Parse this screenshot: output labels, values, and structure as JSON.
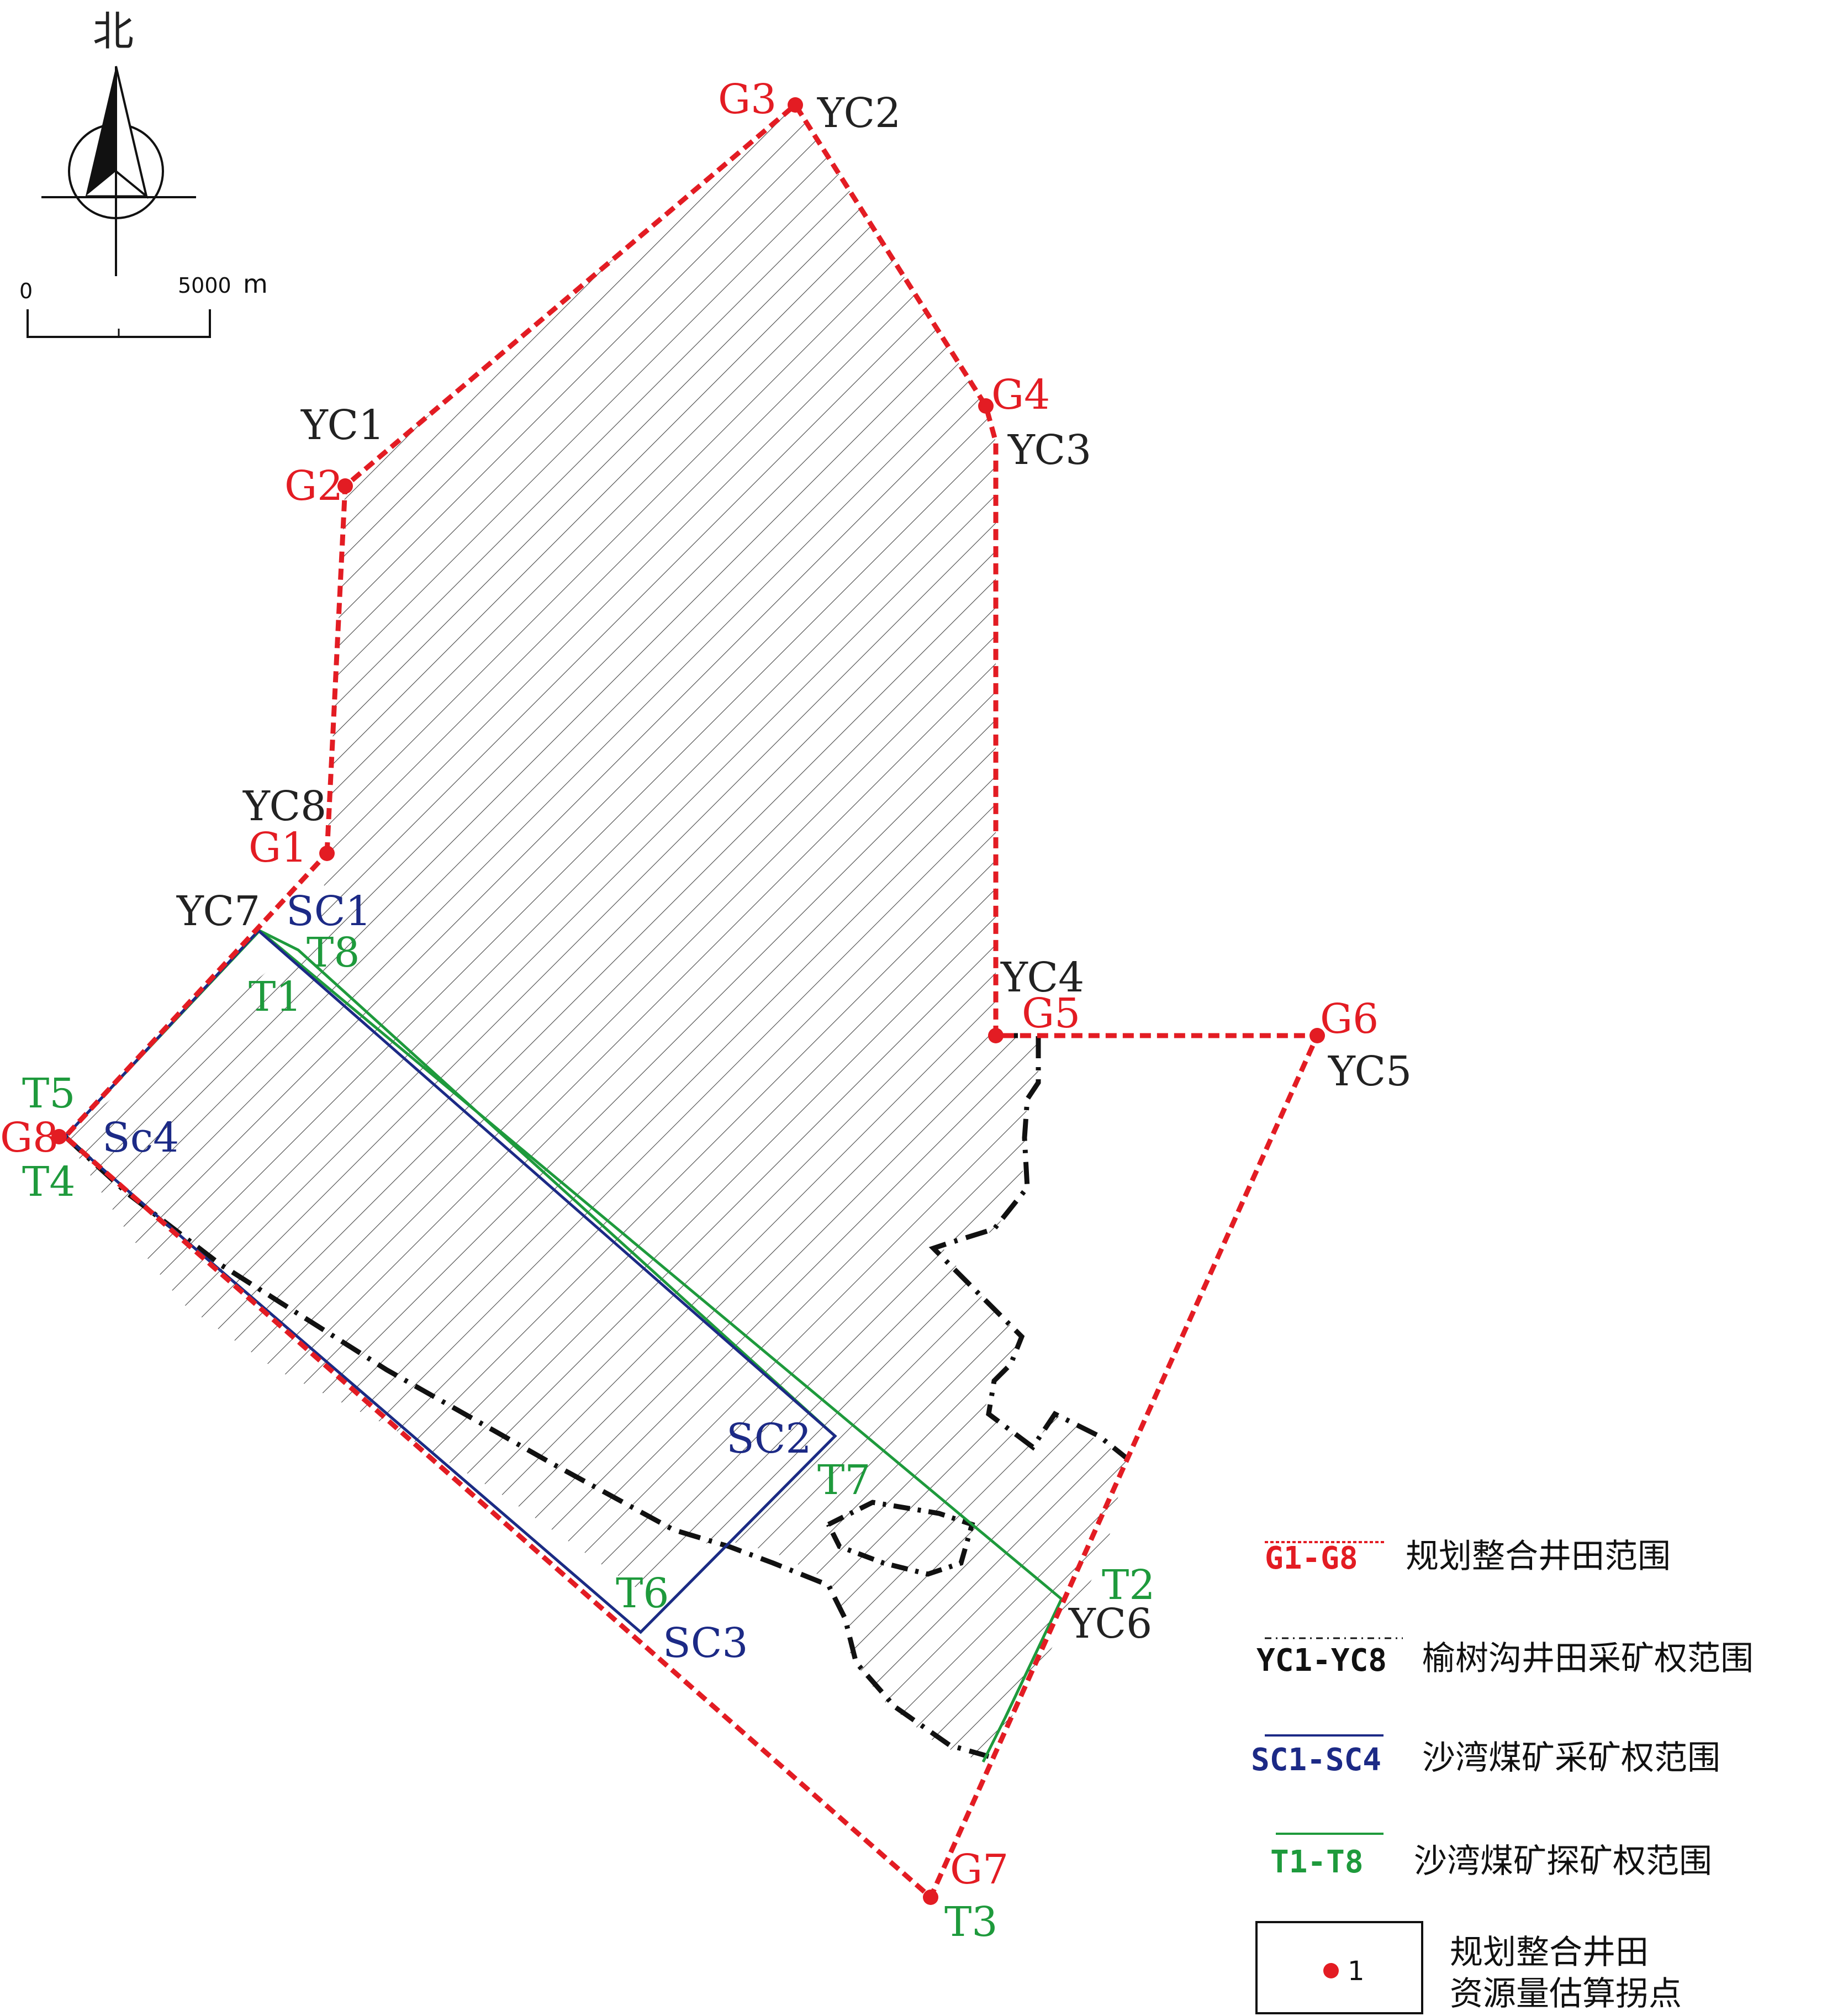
{
  "compass": {
    "north_label": "北"
  },
  "scale": {
    "start": "0",
    "end": "5000",
    "unit": "m"
  },
  "points": {
    "G1": "G1",
    "G2": "G2",
    "G3": "G3",
    "G4": "G4",
    "G5": "G5",
    "G6": "G6",
    "G7": "G7",
    "G8": "G8",
    "YC1": "YC1",
    "YC2": "YC2",
    "YC3": "YC3",
    "YC4": "YC4",
    "YC5": "YC5",
    "YC6": "YC6",
    "YC7": "YC7",
    "YC8": "YC8",
    "SC1": "SC1",
    "SC2": "SC2",
    "SC3": "SC3",
    "SC4": "Sc4",
    "T1": "T1",
    "T2": "T2",
    "T3": "T3",
    "T4": "T4",
    "T5": "T5",
    "T6": "T6",
    "T7": "T7",
    "T8": "T8"
  },
  "legend": {
    "items": [
      {
        "code": "G1-G8",
        "text": "规划整合井田范围",
        "color": "#e31c23"
      },
      {
        "code": "YC1-YC8",
        "text": "榆树沟井田采矿权范围",
        "color": "#111111"
      },
      {
        "code": "SC1-SC4",
        "text": "沙湾煤矿采矿权范围",
        "color": "#1c2a86"
      },
      {
        "code": "T1-T8",
        "text": "沙湾煤矿探矿权范围",
        "color": "#1e9a3c"
      }
    ],
    "dot_label": "1",
    "dot_text_line1": "规划整合井田",
    "dot_text_line2": "资源量估算拐点"
  },
  "colors": {
    "planned_boundary": "#e31c23",
    "mining_right": "#111111",
    "shawan_mining": "#1c2a86",
    "shawan_exploration": "#1e9a3c"
  }
}
